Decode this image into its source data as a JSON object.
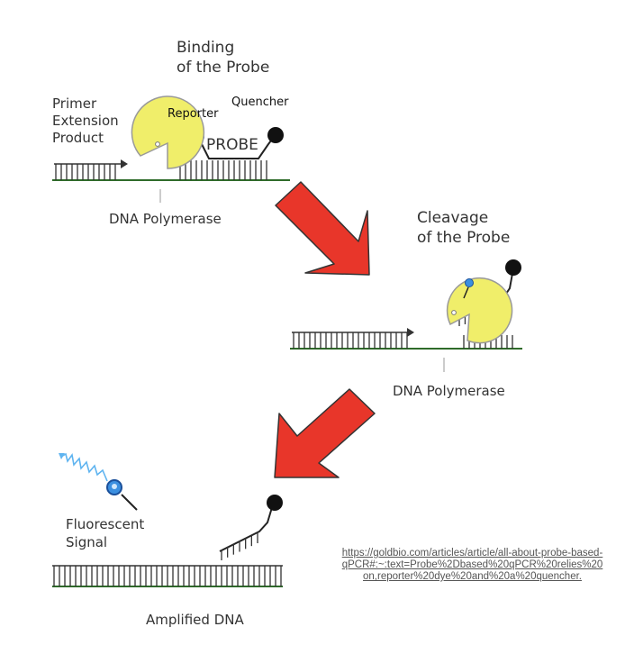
{
  "labels": {
    "binding_title": "Binding\nof the Probe",
    "primer": "Primer\nExtension\nProduct",
    "reporter": "Reporter",
    "quencher": "Quencher",
    "probe": "PROBE",
    "polymerase_1": "DNA Polymerase",
    "cleavage_title": "Cleavage\nof the Probe",
    "polymerase_2": "DNA Polymerase",
    "fluorescent": "Fluorescent\nSignal",
    "amplified": "Amplified DNA"
  },
  "source_link": "https://goldbio.com/articles/article/all-about-probe-based-\nqPCR#:~:text=Probe%2Dbased%20qPCR%20relies%20\non,reporter%20dye%20and%20a%20quencher.",
  "colors": {
    "arrow": "#e8362a",
    "arrow_stroke": "#333333",
    "polymerase": "#f0ee6a",
    "dna_strand": "#2f6b2a",
    "reporter": "#3b8fe0",
    "quencher": "#111111",
    "signal": "#5fb4f0"
  }
}
